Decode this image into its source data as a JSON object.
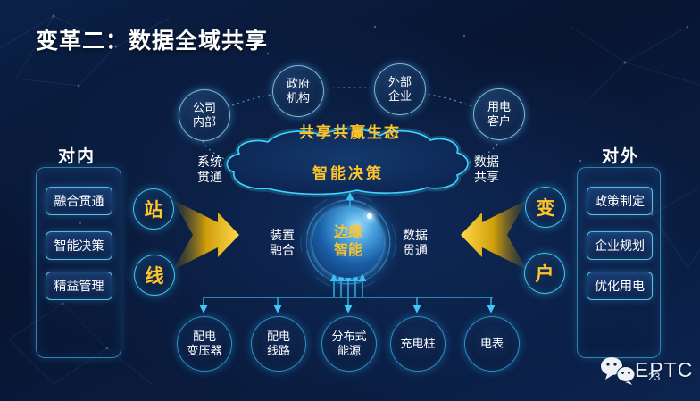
{
  "title": "变革二：数据全域共享",
  "page_number": "23",
  "brand": {
    "name": "EPTC",
    "icon": "wechat-bubbles-icon"
  },
  "colors": {
    "background": "#0a1c3e",
    "accent_gold": "#ffc42a",
    "accent_cyan": "#3fd0ff",
    "text": "#ffffff"
  },
  "ecosystem": {
    "banner": "共享共赢生态",
    "cloud_label": "智能决策",
    "partners": [
      [
        "公司",
        "内部"
      ],
      [
        "政府",
        "机构"
      ],
      [
        "外部",
        "企业"
      ],
      [
        "用电",
        "客户"
      ]
    ],
    "left_note": [
      "系统",
      "贯通"
    ],
    "right_note": [
      "数据",
      "共享"
    ]
  },
  "edge": {
    "core": [
      "边缘",
      "智能"
    ],
    "left_note": [
      "装置",
      "融合"
    ],
    "right_note": [
      "数据",
      "贯通"
    ]
  },
  "devices": [
    [
      "配电",
      "变压器"
    ],
    [
      "配电",
      "线路"
    ],
    [
      "分布式",
      "能源"
    ],
    [
      "充电桩",
      ""
    ],
    [
      "电表",
      ""
    ]
  ],
  "internal": {
    "title": "对内",
    "items": [
      "融合贯通",
      "智能决策",
      "精益管理"
    ],
    "badges": [
      "站",
      "线"
    ]
  },
  "external": {
    "title": "对外",
    "items": [
      "政策制定",
      "企业规划",
      "优化用电"
    ],
    "badges": [
      "变",
      "户"
    ]
  }
}
